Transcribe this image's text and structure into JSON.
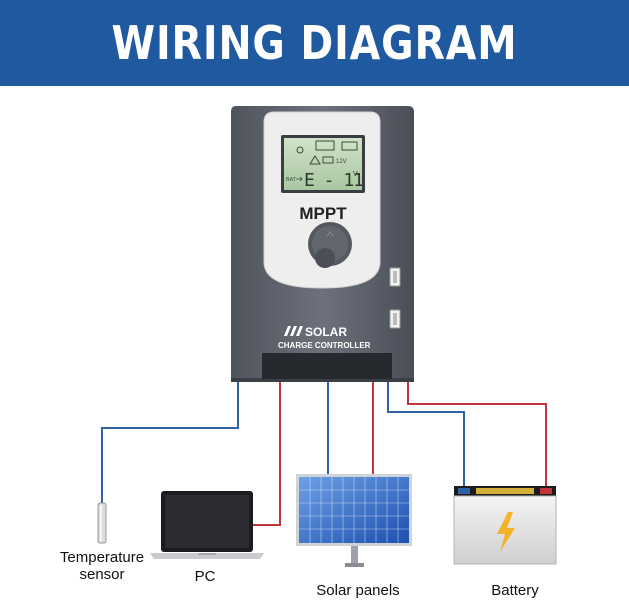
{
  "header": {
    "title": "WIRING DIAGRAM"
  },
  "controller": {
    "model_text": "MPPT",
    "brand_line1": "SOLAR",
    "brand_line2": "CHARGE CONTROLLER",
    "lcd": {
      "main_readout": "E - 11",
      "unit": "V",
      "bat_label": "BAT",
      "voltage_badge": "12V"
    }
  },
  "devices": {
    "temperature_sensor": {
      "label_line1": "Temperature",
      "label_line2": "sensor"
    },
    "pc": {
      "label": "PC"
    },
    "solar_panels": {
      "label": "Solar panels"
    },
    "battery": {
      "label": "Battery"
    }
  },
  "colors": {
    "banner": "#1f5aa0",
    "wire_blue": "#2f63a8",
    "wire_red": "#c0343a",
    "controller_body": "#5f6470",
    "lcd": "#b8d3b0"
  }
}
